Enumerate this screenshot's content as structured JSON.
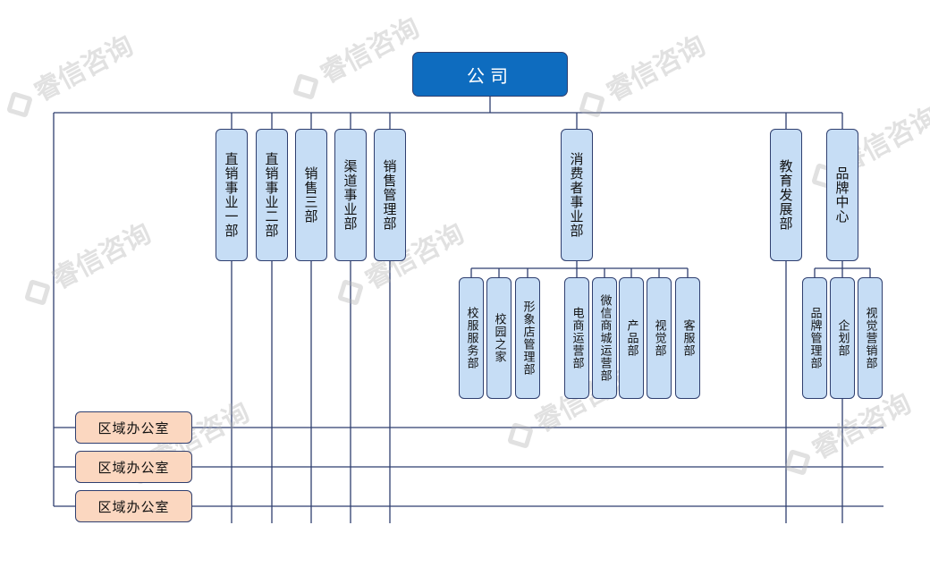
{
  "company": "公司",
  "departments": [
    "直销事业一部",
    "直销事业二部",
    "销售三部",
    "渠道事业部",
    "销售管理部",
    "消费者事业部",
    "教育发展部",
    "品牌中心"
  ],
  "consumer_subs": [
    "校服服务部",
    "校园之家",
    "形象店管理部",
    "电商运营部",
    "微信商城运营部",
    "产品部",
    "视觉部",
    "客服部"
  ],
  "brand_subs": [
    "品牌管理部",
    "企划部",
    "视觉营销部"
  ],
  "regional_offices": [
    "区域办公室",
    "区域办公室",
    "区域办公室"
  ],
  "watermark": "睿信咨询",
  "colors": {
    "root_fill": "#0e6cbf",
    "dept_fill": "#c6ddf5",
    "region_fill": "#fbd7c0",
    "line": "#2f3f6f"
  }
}
